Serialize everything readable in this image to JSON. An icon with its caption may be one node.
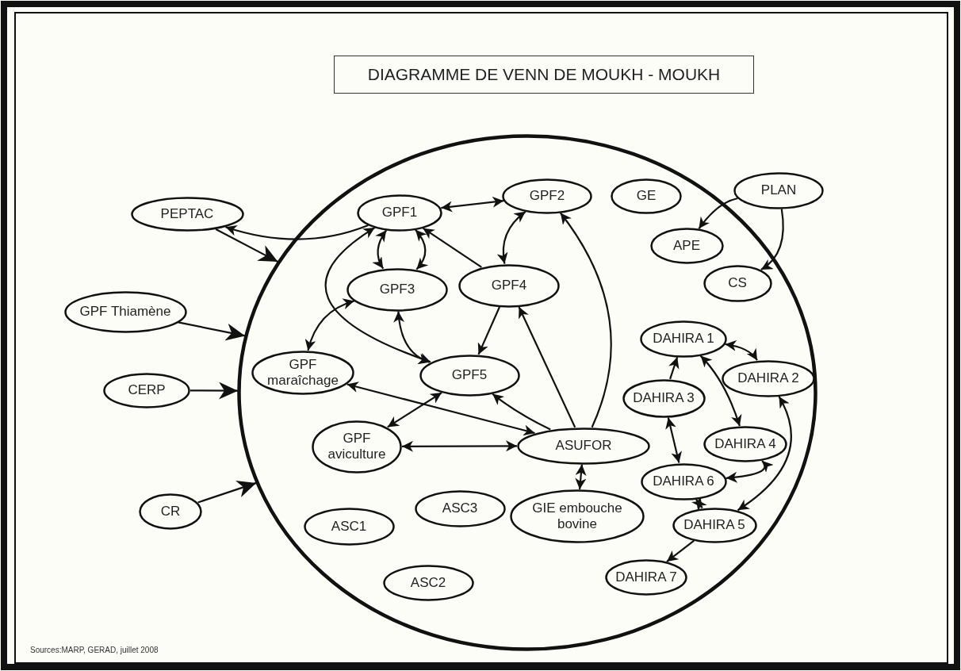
{
  "diagram": {
    "title": "DIAGRAMME DE VENN DE MOUKH - MOUKH",
    "nodes": [
      {
        "text": [],
        "shape": "circle"
      },
      {
        "text": [
          "PEPTAC"
        ]
      },
      {
        "text": [
          "GPF1"
        ],
        "in": 0
      },
      {
        "text": [
          "GPF2"
        ],
        "in": 0
      },
      {
        "text": [
          "GE"
        ],
        "in": 0
      },
      {
        "text": [
          "PLAN"
        ]
      },
      {
        "text": [
          "APE"
        ],
        "in": 0
      },
      {
        "text": [
          "GPF3"
        ],
        "in": 0
      },
      {
        "text": [
          "GPF4"
        ],
        "in": 0
      },
      {
        "text": [
          "CS"
        ],
        "in": 0
      },
      {
        "text": [
          "GPF Thiamène"
        ]
      },
      {
        "text": [
          "DAHIRA 1"
        ],
        "in": 0
      },
      {
        "text": [
          "DAHIRA 2"
        ],
        "in": 0
      },
      {
        "text": [
          "GPF maraîchage"
        ],
        "in": 0
      },
      {
        "text": [
          "GPF5"
        ],
        "in": 0
      },
      {
        "text": [
          "DAHIRA 3"
        ],
        "in": 0
      },
      {
        "text": [
          "CERP"
        ]
      },
      {
        "text": [
          "GPF aviculture"
        ],
        "in": 0
      },
      {
        "text": [
          "ASUFOR"
        ],
        "in": 0
      },
      {
        "text": [
          "DAHIRA 4"
        ],
        "in": 0
      },
      {
        "text": [
          "DAHIRA 6"
        ],
        "in": 0
      },
      {
        "text": [
          "CR"
        ]
      },
      {
        "text": [
          "GIE embouche bovine"
        ],
        "in": 0
      },
      {
        "text": [
          "ASC3"
        ],
        "in": 0
      },
      {
        "text": [
          "DAHIRA 5"
        ],
        "in": 0
      },
      {
        "text": [
          "ASC1"
        ],
        "in": 0
      },
      {
        "text": [
          "DAHIRA 7"
        ],
        "in": 0
      },
      {
        "text": [
          "ASC2"
        ],
        "in": 0
      }
    ],
    "edges": [
      {
        "from": 2,
        "to": 1,
        "arrow": "to"
      },
      {
        "from": 1,
        "to": 0,
        "arrow": "to"
      },
      {
        "from": 2,
        "to": 3,
        "arrow": "both"
      },
      {
        "from": 2,
        "to": 7,
        "arrow": "both"
      },
      {
        "from": 2,
        "to": 7,
        "arrow": "both"
      },
      {
        "from": 8,
        "to": 2,
        "arrow": "to"
      },
      {
        "from": 3,
        "to": 8,
        "arrow": "both"
      },
      {
        "from": 8,
        "to": 14,
        "arrow": "to"
      },
      {
        "from": 7,
        "to": 14,
        "arrow": "both"
      },
      {
        "from": 14,
        "to": 2,
        "arrow": "both"
      },
      {
        "from": 7,
        "to": 13,
        "arrow": "both"
      },
      {
        "from": 13,
        "to": 18,
        "arrow": "both"
      },
      {
        "from": 17,
        "to": 14,
        "arrow": "both"
      },
      {
        "from": 17,
        "to": 18,
        "arrow": "both"
      },
      {
        "from": 18,
        "to": 14,
        "arrow": "to"
      },
      {
        "from": 18,
        "to": 8,
        "arrow": "to"
      },
      {
        "from": 18,
        "to": 3,
        "arrow": "to"
      },
      {
        "from": 18,
        "to": 22,
        "arrow": "both"
      },
      {
        "from": 5,
        "to": 6,
        "arrow": "to"
      },
      {
        "from": 5,
        "to": 9,
        "arrow": "to"
      },
      {
        "from": 10,
        "to": 0,
        "arrow": "to"
      },
      {
        "from": 16,
        "to": 0,
        "arrow": "to"
      },
      {
        "from": 21,
        "to": 0,
        "arrow": "to"
      },
      {
        "from": 15,
        "to": 11,
        "arrow": "to"
      },
      {
        "from": 11,
        "to": 12,
        "arrow": "both"
      },
      {
        "from": 11,
        "to": 19,
        "arrow": "both"
      },
      {
        "from": 15,
        "to": 20,
        "arrow": "both"
      },
      {
        "from": 12,
        "to": 24,
        "arrow": "both"
      },
      {
        "from": 19,
        "to": 20,
        "arrow": "both"
      },
      {
        "from": 20,
        "to": 24,
        "arrow": "both"
      },
      {
        "from": 24,
        "to": 26,
        "arrow": "to"
      }
    ],
    "labels": [
      "Sources:MARP, GERAD, juillet 2008"
    ]
  }
}
